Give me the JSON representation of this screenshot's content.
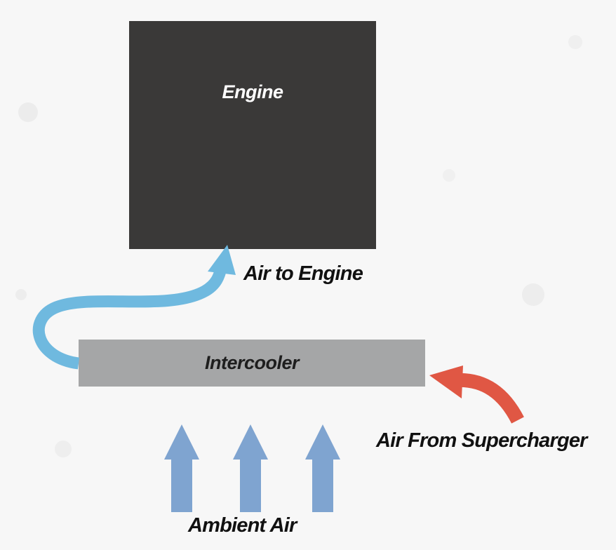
{
  "components": {
    "engine": "Engine",
    "intercooler": "Intercooler"
  },
  "flows": {
    "air_to_engine": "Air to Engine",
    "air_from_supercharger": "Air From Supercharger",
    "ambient_air": "Ambient Air"
  },
  "colors": {
    "engine": "#3a3938",
    "intercooler": "#a5a6a7",
    "cool_air": "#6fb9df",
    "hot_air": "#e05744",
    "ambient_air": "#7fa4d0"
  }
}
